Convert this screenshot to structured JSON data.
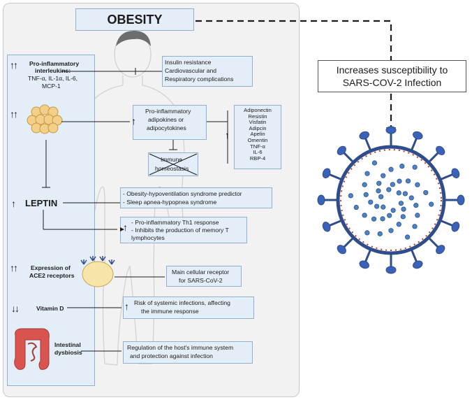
{
  "title": "OBESITY",
  "susceptibility": [
    "Increases susceptibility to",
    "SARS-COV-2 Infection"
  ],
  "left_items": {
    "interleukins": {
      "arrows": "↑↑",
      "heading": [
        "Pro-inflammatory",
        "interleukins:"
      ],
      "detail": [
        "TNF-α, IL-1α, IL-6,",
        "MCP-1"
      ]
    },
    "adipose_arrows": "↑↑",
    "leptin": {
      "arrows": "↑",
      "label": "LEPTIN"
    },
    "ace2": {
      "arrows": "↑↑",
      "label": [
        "Expression of",
        "ACE2 receptors"
      ]
    },
    "vitamin_d": {
      "arrows": "↓↓",
      "label": "Vitamin D"
    },
    "dysbiosis": {
      "label": [
        "Intestinal",
        "dysbiosis"
      ]
    }
  },
  "effects": {
    "insulin": [
      "Insulin resistance",
      "Cardiovascular and",
      "Respiratory complications"
    ],
    "adipokines": {
      "arrow": "↑",
      "lines": [
        "Pro-inflammatory",
        "adipokines or",
        "adipocytokines"
      ]
    },
    "adipokine_list_arrow": "↑",
    "adipokine_list": [
      "Adiponectin",
      "Resistin",
      "Visfatin",
      "Adipcin",
      "Apelin",
      "Omentin",
      "TNF-α",
      "IL-6",
      "RBP-4"
    ],
    "immune": [
      "Immune",
      "homeostasis"
    ],
    "leptin_effects": [
      "- Obesity-hypoventilation syndrome predictor",
      "- Sleep apnea-hypopnea syndrome"
    ],
    "th1": {
      "arrow": "↑",
      "lines": [
        "- Pro-inflammatory Th1 response",
        "- Inhibits the production of memory T",
        "  lymphocytes"
      ]
    },
    "receptor": [
      "Main cellular receptor",
      "for SARS-CoV-2"
    ],
    "risk": {
      "arrow": "↑",
      "lines": [
        "Risk of systemic infections, affecting",
        "the immune response"
      ]
    },
    "regulation": [
      "Regulation of the host's immune system",
      "and protection against infection"
    ]
  },
  "colors": {
    "box_fill": "#e4eef8",
    "box_border": "#8fb0d0",
    "panel": "#f2f2f2",
    "virus_body": "#2f4d8a",
    "virus_spike": "#3a62b8",
    "virus_rna": "#4a84c4",
    "dysbiosis_red": "#d9534f",
    "adipose_yellow": "#f3cf8a"
  },
  "icons": [
    "human-body-silhouette",
    "adipose-cells-icon",
    "cell-with-ace2-receptors-icon",
    "intestine-icon",
    "coronavirus-icon"
  ]
}
